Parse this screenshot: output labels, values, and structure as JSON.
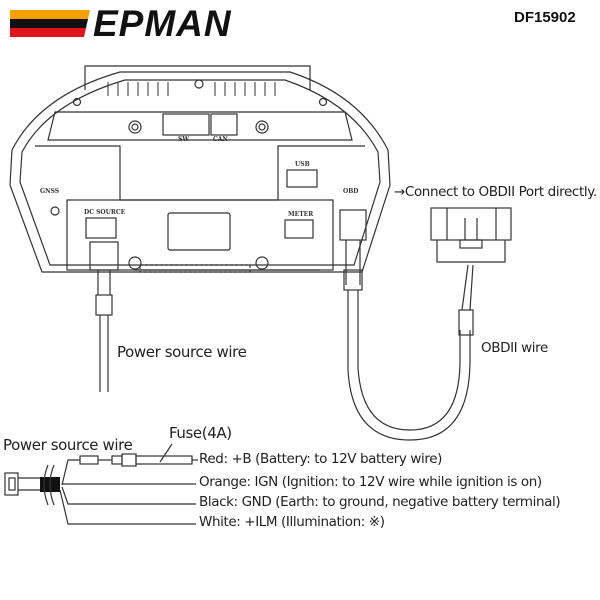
{
  "brand": {
    "name": "EPMAN",
    "stripe_colors": [
      "#f5a000",
      "#111111",
      "#e0141c"
    ]
  },
  "product_code": "DF15902",
  "device_labels": {
    "sw": "SW",
    "can": "CAN",
    "usb": "USB",
    "gnss": "GNSS",
    "obd": "OBD",
    "dc_source": "DC SOURCE",
    "meter": "METER"
  },
  "callouts": {
    "obd_connect": "→Connect to OBDII Port directly.",
    "obd_wire": "OBDII wire",
    "power_wire_top": "Power source wire",
    "power_wire_bottom": "Power source wire",
    "fuse": "Fuse(4A)"
  },
  "wires": [
    {
      "color": "Red",
      "text": "Red: +B (Battery: to 12V battery wire)"
    },
    {
      "color": "Orange",
      "text": "Orange: IGN (Ignition: to 12V wire while ignition is on)"
    },
    {
      "color": "Black",
      "text": "Black: GND (Earth: to ground, negative battery terminal)"
    },
    {
      "color": "White",
      "text": "White: +ILM (Illumination: ※)"
    }
  ]
}
